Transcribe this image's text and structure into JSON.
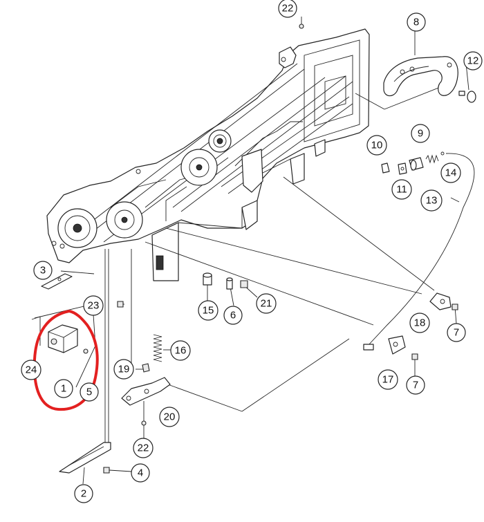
{
  "colors": {
    "line": "#222222",
    "highlight": "#e32020",
    "background": "#ffffff"
  },
  "callouts": [
    {
      "id": "c22a",
      "label": "22"
    },
    {
      "id": "c8",
      "label": "8"
    },
    {
      "id": "c12",
      "label": "12"
    },
    {
      "id": "c9",
      "label": "9"
    },
    {
      "id": "c10",
      "label": "10"
    },
    {
      "id": "c14",
      "label": "14"
    },
    {
      "id": "c11",
      "label": "11"
    },
    {
      "id": "c13",
      "label": "13"
    },
    {
      "id": "c3",
      "label": "3"
    },
    {
      "id": "c23",
      "label": "23"
    },
    {
      "id": "c15",
      "label": "15"
    },
    {
      "id": "c6",
      "label": "6"
    },
    {
      "id": "c21",
      "label": "21"
    },
    {
      "id": "c18",
      "label": "18"
    },
    {
      "id": "c7a",
      "label": "7"
    },
    {
      "id": "c16",
      "label": "16"
    },
    {
      "id": "c24",
      "label": "24"
    },
    {
      "id": "c1",
      "label": "1"
    },
    {
      "id": "c5",
      "label": "5"
    },
    {
      "id": "c19",
      "label": "19"
    },
    {
      "id": "c17",
      "label": "17"
    },
    {
      "id": "c7b",
      "label": "7"
    },
    {
      "id": "c20",
      "label": "20"
    },
    {
      "id": "c22b",
      "label": "22"
    },
    {
      "id": "c4",
      "label": "4"
    },
    {
      "id": "c2",
      "label": "2"
    }
  ]
}
